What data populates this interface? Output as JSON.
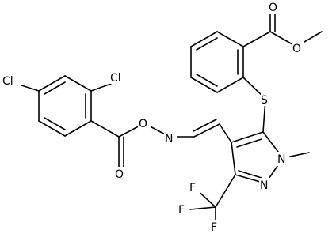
{
  "atoms": {
    "cl_left": "Cl",
    "cl_top": "Cl",
    "o_ester_link": "O",
    "o_carbonyl_left": "O",
    "n_oxime": "N",
    "s_thioether": "S",
    "o_carbonyl_top": "O",
    "o_methoxy": "O",
    "n1_pyrazole": "N",
    "n2_pyrazole": "N",
    "f_left": "F",
    "f_middle": "F",
    "f_bottom": "F"
  }
}
